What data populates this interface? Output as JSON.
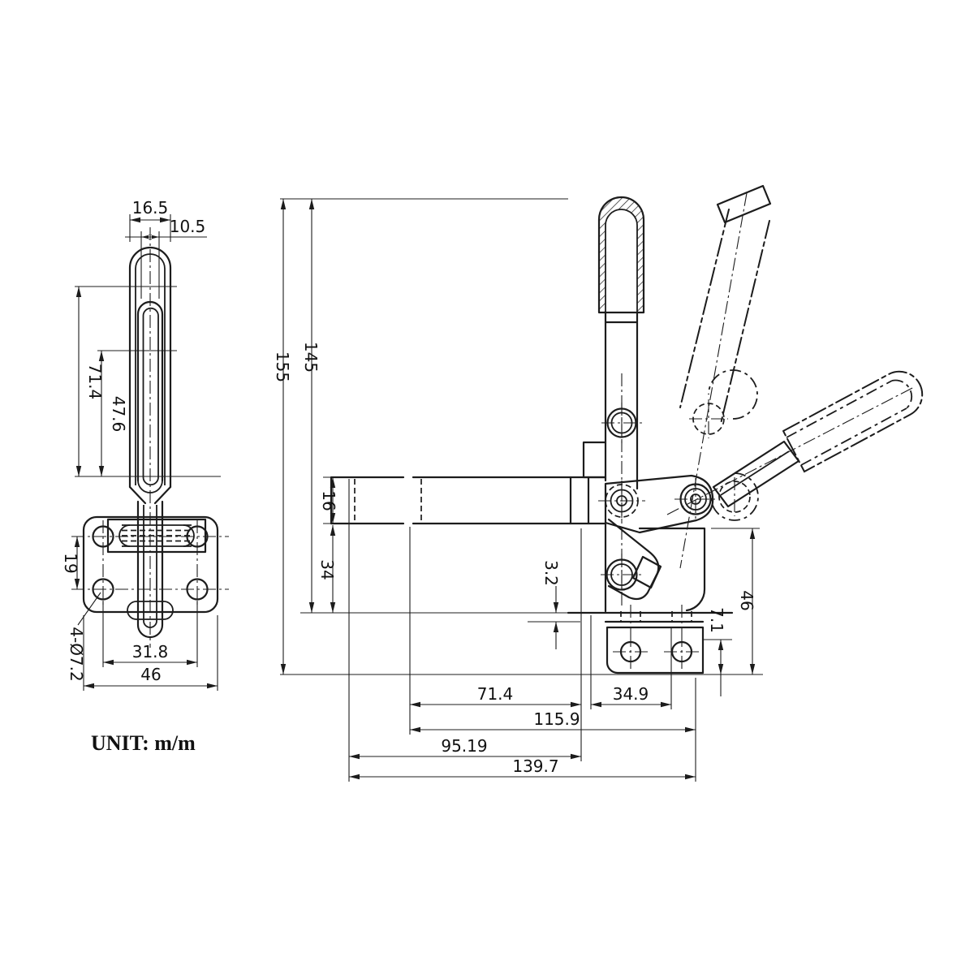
{
  "note": {
    "unit": "UNIT: m/m"
  },
  "front_view": {
    "bar_width": "16.5",
    "slot_width": "10.5",
    "bar_length": "71.4",
    "slot_length": "47.6",
    "hole_row_pitch": "19",
    "hole_callout": "4-Ø7.2",
    "hole_col_pitch": "31.8",
    "base_width": "46"
  },
  "side_view": {
    "overall_height": "155",
    "handle_height": "145",
    "arm_thickness": "16",
    "arm_clearance": "34",
    "flange_thickness": "3.2",
    "base_height": "46",
    "foot_offset": "7.1",
    "arm_reach": "71.4",
    "foot_length": "34.9",
    "base_length": "115.9",
    "pivot_offset": "95.19",
    "overall_length": "139.7"
  }
}
